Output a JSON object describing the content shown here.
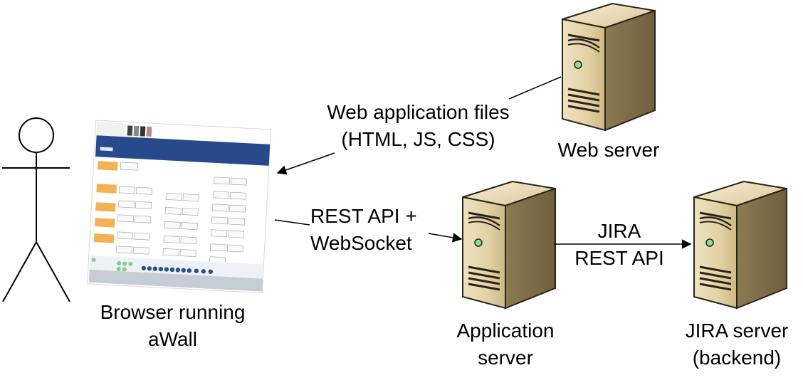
{
  "labels": {
    "browser": [
      "Browser running",
      "aWall"
    ],
    "web_server": [
      "Web server"
    ],
    "app_server": [
      "Application",
      "server"
    ],
    "jira_server": [
      "JIRA server",
      "(backend)"
    ],
    "web_files": [
      "Web application files",
      "(HTML, JS, CSS)"
    ],
    "rest_ws": [
      "REST API +",
      "WebSocket"
    ],
    "jira_api": [
      "JIRA",
      "REST API"
    ]
  },
  "colors": {
    "server_light": "#f2e7c7",
    "server_mid": "#d9c79a",
    "server_dark": "#a08a5c",
    "server_outline": "#2a2418",
    "browser_header": "#264a8c",
    "card_orange": "#f5b255",
    "led_green": "#7fd08a"
  },
  "icons": [
    "stick-figure-user-icon",
    "browser-screenshot-icon",
    "server-tower-icon"
  ]
}
